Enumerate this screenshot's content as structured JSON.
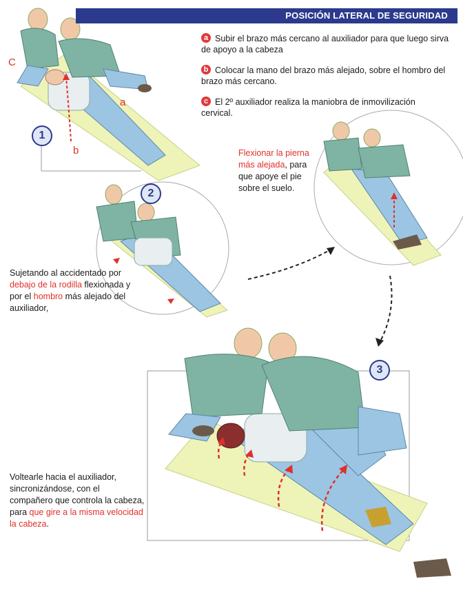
{
  "header": {
    "title": "POSICIÓN LATERAL DE SEGURIDAD"
  },
  "steps": [
    {
      "badge": "a",
      "text": "Subir el brazo más cercano al auxiliador para que luego sirva de apoyo a la cabeza"
    },
    {
      "badge": "b",
      "text": "Colocar la mano del brazo más alejado, sobre el hombro del brazo más cercano."
    },
    {
      "badge": "c",
      "text": "El 2º auxiliador realiza la maniobra de inmovilización cervical."
    }
  ],
  "figure1": {
    "number": "1",
    "label_a": "a",
    "label_b": "b",
    "label_c": "c"
  },
  "figure2": {
    "number": "2",
    "caption": {
      "p1": "Sujetando al accidentado por ",
      "r1": "debajo de la rodilla",
      "p2": " flexionada y por el ",
      "r2": "hombro",
      "p3": " más alejado del auxiliador,"
    }
  },
  "figure_flex": {
    "caption": {
      "r1": "Flexionar la pierna más alejada",
      "p1": ", para que apoye el pie sobre el suelo."
    }
  },
  "figure3": {
    "number": "3",
    "caption": {
      "p1": "Voltearle hacia el auxiliador, sincronizándose, con el compañero que controla la cabeza, para ",
      "r1": "que gire a la misma velocidad la cabeza",
      "p2": "."
    }
  },
  "colors": {
    "header": "#2b3a8c",
    "accent": "#e0302a",
    "shirt": "#7fb4a4",
    "jeans": "#9cc5e3",
    "mat": "#eef3b8"
  }
}
